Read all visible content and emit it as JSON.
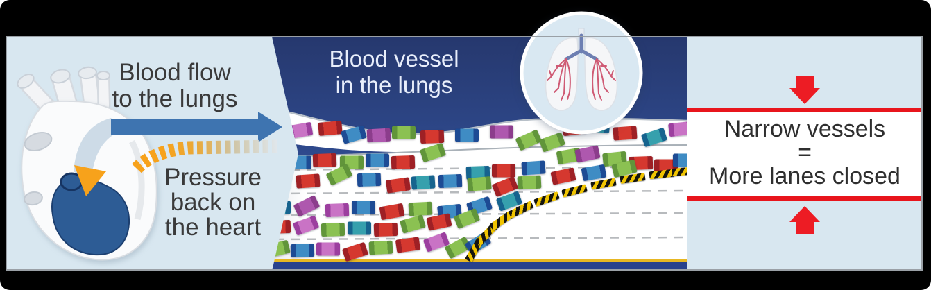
{
  "left_panel": {
    "blood_flow": {
      "line1": "Blood flow",
      "line2": "to the lungs"
    },
    "pressure": {
      "line1": "Pressure",
      "line2": "back on",
      "line3": "the heart"
    },
    "colors": {
      "bg": "#d8e7f0",
      "text": "#3a3a3a",
      "flow_arrow": "#3e74b0",
      "pressure_arrow": "#f7a21b",
      "heart_body": "#fafbfc",
      "heart_chamber": "#2d5c95"
    }
  },
  "middle_panel": {
    "title": {
      "line1": "Blood vessel",
      "line2": "in the lungs"
    },
    "colors": {
      "header_top": "#26386e",
      "header_bottom": "#2f4a8e",
      "title_text": "#e8eefb",
      "road": "#ffffff",
      "lane_dash": "#b7babd",
      "road_edge": "#a9b1b8",
      "shoulder_yellow": "#e7b722",
      "bottom_band": "#28418c",
      "hazard_yellow": "#f0c400",
      "hazard_black": "#15150f"
    },
    "lungs_badge": {
      "bg": "#d9e8f2",
      "ring": "#ffffff",
      "vessel_red": "#cf5a74",
      "bronchi_blue": "#6d7fb2"
    }
  },
  "right_panel": {
    "caption": {
      "line1": "Narrow vessels",
      "line2": "=",
      "line3": "More lanes closed"
    },
    "colors": {
      "bg": "#d8e7f0",
      "band": "#ffffff",
      "line": "#e8151c",
      "arrow": "#ed1c24",
      "text": "#2f2f2f"
    }
  },
  "road": {
    "car_size": {
      "w": 34,
      "h": 19
    },
    "palette": {
      "red": {
        "end": "#9e2025",
        "body": "#d5382f"
      },
      "green": {
        "end": "#61953a",
        "body": "#8bc152"
      },
      "blue": {
        "end": "#1d4b94",
        "body": "#3f8cc4"
      },
      "teal": {
        "end": "#16638e",
        "body": "#36a0ad"
      },
      "purple": {
        "end": "#8c3d8c",
        "body": "#ae58ae"
      },
      "magenta": {
        "end": "#9c3f9f",
        "body": "#c973c5"
      }
    },
    "cars": [
      [
        41,
        134,
        -10,
        "magenta"
      ],
      [
        84,
        131,
        -5,
        "red"
      ],
      [
        118,
        140,
        -16,
        "blue"
      ],
      [
        154,
        141,
        -3,
        "purple"
      ],
      [
        190,
        137,
        0,
        "green"
      ],
      [
        231,
        143,
        -2,
        "red"
      ],
      [
        281,
        141,
        0,
        "blue"
      ],
      [
        331,
        136,
        0,
        "purple"
      ],
      [
        370,
        148,
        -24,
        "green"
      ],
      [
        404,
        151,
        -20,
        "green"
      ],
      [
        436,
        131,
        -6,
        "red"
      ],
      [
        470,
        127,
        6,
        "teal"
      ],
      [
        509,
        138,
        -4,
        "red"
      ],
      [
        551,
        144,
        -18,
        "teal"
      ],
      [
        589,
        132,
        -6,
        "magenta"
      ],
      [
        12,
        182,
        0,
        "magenta"
      ],
      [
        40,
        180,
        0,
        "blue"
      ],
      [
        76,
        177,
        -2,
        "red"
      ],
      [
        115,
        180,
        0,
        "green"
      ],
      [
        152,
        177,
        0,
        "blue"
      ],
      [
        189,
        180,
        -2,
        "red"
      ],
      [
        232,
        166,
        -18,
        "green"
      ],
      [
        297,
        195,
        -2,
        "teal"
      ],
      [
        334,
        192,
        0,
        "red"
      ],
      [
        377,
        188,
        -4,
        "blue"
      ],
      [
        428,
        171,
        -10,
        "green"
      ],
      [
        455,
        168,
        -12,
        "purple"
      ],
      [
        494,
        175,
        -6,
        "green"
      ],
      [
        532,
        181,
        -2,
        "red"
      ],
      [
        568,
        185,
        0,
        "red"
      ],
      [
        595,
        177,
        0,
        "blue"
      ],
      [
        10,
        208,
        0,
        "blue"
      ],
      [
        52,
        207,
        -4,
        "red"
      ],
      [
        97,
        198,
        -26,
        "green"
      ],
      [
        140,
        205,
        -2,
        "blue"
      ],
      [
        182,
        213,
        -8,
        "red"
      ],
      [
        218,
        209,
        -4,
        "teal"
      ],
      [
        257,
        207,
        -2,
        "blue"
      ],
      [
        299,
        211,
        -5,
        "green"
      ],
      [
        336,
        215,
        -22,
        "red"
      ],
      [
        371,
        209,
        -3,
        "green"
      ],
      [
        420,
        200,
        -12,
        "red"
      ],
      [
        464,
        195,
        -10,
        "blue"
      ],
      [
        508,
        189,
        -14,
        "green"
      ],
      [
        10,
        245,
        0,
        "teal"
      ],
      [
        50,
        243,
        -26,
        "purple"
      ],
      [
        94,
        249,
        -2,
        "magenta"
      ],
      [
        132,
        245,
        0,
        "blue"
      ],
      [
        173,
        251,
        -10,
        "red"
      ],
      [
        214,
        247,
        -3,
        "green"
      ],
      [
        256,
        251,
        -6,
        "blue"
      ],
      [
        299,
        243,
        -18,
        "blue"
      ],
      [
        342,
        236,
        -20,
        "teal"
      ],
      [
        10,
        273,
        -2,
        "red"
      ],
      [
        49,
        271,
        -20,
        "magenta"
      ],
      [
        88,
        277,
        -2,
        "green"
      ],
      [
        126,
        275,
        0,
        "teal"
      ],
      [
        164,
        277,
        -2,
        "red"
      ],
      [
        203,
        269,
        -16,
        "green"
      ],
      [
        241,
        266,
        -12,
        "red"
      ],
      [
        281,
        261,
        -22,
        "green"
      ],
      [
        8,
        305,
        -14,
        "green"
      ],
      [
        44,
        307,
        -2,
        "blue"
      ],
      [
        81,
        305,
        0,
        "magenta"
      ],
      [
        120,
        309,
        -18,
        "red"
      ],
      [
        157,
        303,
        -3,
        "green"
      ],
      [
        196,
        299,
        -8,
        "red"
      ],
      [
        237,
        295,
        -20,
        "magenta"
      ],
      [
        268,
        303,
        -28,
        "green"
      ],
      [
        297,
        297,
        -32,
        "blue"
      ]
    ],
    "hazard": [
      [
        292,
        306,
        -60
      ],
      [
        309,
        284,
        -46
      ],
      [
        331,
        264,
        -35
      ],
      [
        359,
        248,
        -26
      ],
      [
        396,
        233,
        -19
      ],
      [
        436,
        221,
        -14
      ],
      [
        478,
        211,
        -10
      ],
      [
        520,
        203,
        -8
      ],
      [
        562,
        197,
        -6
      ],
      [
        595,
        193,
        -5
      ]
    ]
  }
}
